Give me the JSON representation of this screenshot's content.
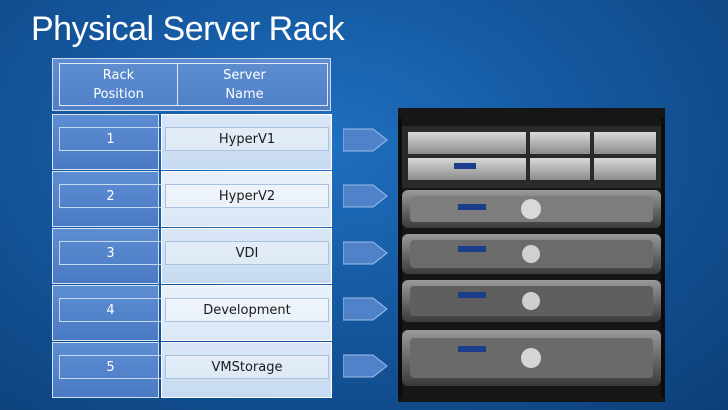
{
  "title": "Physical Server Rack",
  "table": {
    "headers": {
      "position": "Rack\nPosition",
      "name": "Server\nName"
    },
    "rows": [
      {
        "position": "1",
        "name": "HyperV1"
      },
      {
        "position": "2",
        "name": "HyperV2"
      },
      {
        "position": "3",
        "name": "VDI"
      },
      {
        "position": "4",
        "name": "Development"
      },
      {
        "position": "5",
        "name": "VMStorage"
      }
    ]
  },
  "colors": {
    "background": "#14589f",
    "header_fill": "#5f8fd2",
    "name_fill": "#d9e6f6",
    "arrow_fill": "#4f82c8"
  },
  "icons": {
    "row_pointer": "right-arrow-icon",
    "photo": "server-rack-photo"
  }
}
